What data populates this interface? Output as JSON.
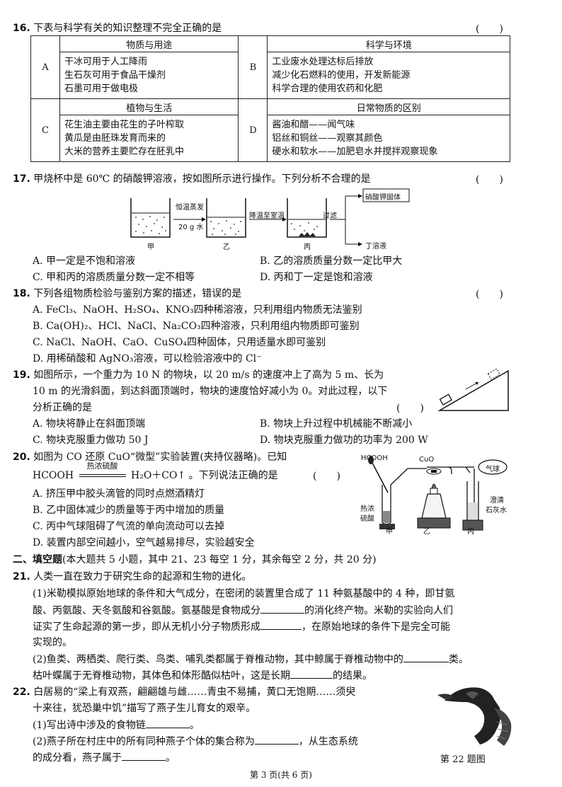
{
  "q16": {
    "num": "16.",
    "stem": "下表与科学有关的知识整理不完全正确的是",
    "paren": "(　　)",
    "rows": [
      {
        "label_a": "A",
        "header_a": "物质与用途",
        "body_a": [
          "干冰可用于人工降雨",
          "生石灰可用于食品干燥剂",
          "石墨可用于做电极"
        ],
        "label_b": "B",
        "header_b": "科学与环境",
        "body_b": [
          "工业废水处理达标后排放",
          "减少化石燃料的使用，开发新能源",
          "科学合理的使用农药和化肥"
        ]
      },
      {
        "label_a": "C",
        "header_a": "植物与生活",
        "body_a": [
          "花生油主要由花生的子叶榨取",
          "黄瓜是由胚珠发育而来的",
          "大米的营养主要贮存在胚乳中"
        ],
        "label_b": "D",
        "header_b": "日常物质的区别",
        "body_b": [
          "酱油和醋——闻气味",
          "铝丝和铜丝——观察其颜色",
          "硬水和软水——加肥皂水并搅拌观察现象"
        ]
      }
    ]
  },
  "q17": {
    "num": "17.",
    "stem": "甲烧杯中是 60℃ 的硝酸钾溶液，按如图所示进行操作。下列分析不合理的是",
    "paren": "(　　)",
    "fig": {
      "step1_top": "恒温蒸发",
      "step1_bottom": "20 g 水",
      "step2": "降温至室温",
      "step3": "过滤",
      "out_solid": "硝酸钾固体",
      "out_liquid": "丁溶液",
      "beaker1": "甲",
      "beaker2": "乙",
      "beaker3": "丙"
    },
    "options": [
      "A. 甲一定是不饱和溶液",
      "B. 乙的溶质质量分数一定比甲大",
      "C. 甲和丙的溶质质量分数一定不相等",
      "D. 丙和丁一定是饱和溶液"
    ]
  },
  "q18": {
    "num": "18.",
    "stem": "下列各组物质检验与鉴别方案的描述，错误的是",
    "paren": "(　　)",
    "options": [
      "A. FeCl₃、NaOH、H₂SO₄、KNO₃四种稀溶液，只利用组内物质无法鉴别",
      "B. Ca(OH)₂、HCl、NaCl、Na₂CO₃四种溶液，只利用组内物质即可鉴别",
      "C. NaCl、NaOH、CaO、CuSO₄四种固体，只用适量水即可鉴别",
      "D. 用稀硝酸和 AgNO₃溶液，可以检验溶液中的 Cl⁻"
    ]
  },
  "q19": {
    "num": "19.",
    "line1": "如图所示，一个重力为 10 N 的物块，以 20 m/s 的速度冲上了高为 5 m、长为",
    "line2": "10 m 的光滑斜面，到达斜面顶端时，物块的速度恰好减小为 0。对此过程，以下",
    "line3": "分析正确的是",
    "paren": "(　　)",
    "options": [
      "A. 物块将静止在斜面顶端",
      "B. 物块上升过程中机械能不断减小",
      "C. 物块克服重力做功 50 J",
      "D. 物块克服重力做功的功率为 200 W"
    ]
  },
  "q20": {
    "num": "20.",
    "stem": "如图为 CO 还原 CuO“微型”实验装置(夹持仪器略)。已知",
    "eq_left": "HCOOH",
    "eq_cond": "热浓硫酸",
    "eq_right": "H₂O＋CO↑",
    "eq_tail": "。下列说法正确的是",
    "paren": "(　　)",
    "fig": {
      "hcooh": "HCOOH",
      "cuo": "CuO",
      "balloon": "气球",
      "limewater_1": "澄清",
      "limewater_2": "石灰水",
      "acid_1": "热浓",
      "acid_2": "硫酸",
      "jia": "甲",
      "yi": "乙",
      "bing": "丙"
    },
    "options": [
      "A. 挤压甲中胶头滴管的同时点燃酒精灯",
      "B. 乙中固体减少的质量等于丙中增加的质量",
      "C. 丙中气球阻碍了气流的单向流动可以去掉",
      "D. 装置内部空间越小，空气越易排尽，实验越安全"
    ]
  },
  "section2": {
    "title": "二、填空题",
    "desc": "(本大题共 5 小题，其中 21、23 每空 1 分，其余每空 2 分，共 20 分)"
  },
  "q21": {
    "num": "21.",
    "stem": "人类一直在致力于研究生命的起源和生物的进化。",
    "p1_l1": "(1)米勒模拟原始地球的条件和大气成分，在密闭的装置里合成了 11 种氨基酸中的 4 种，即甘氨",
    "p1_l2a": "酸、丙氨酸、天冬氨酸和谷氨酸。氨基酸是食物成分",
    "p1_l2b": "的消化终产物。米勒的实验向人们",
    "p1_l3a": "证实了生命起源的第一步，即从无机小分子物质形成",
    "p1_l3b": "，在原始地球的条件下是完全可能",
    "p1_l4": "实现的。",
    "p2_l1a": "(2)鱼类、两栖类、爬行类、鸟类、哺乳类都属于脊椎动物，其中鲸属于脊椎动物中的",
    "p2_l1b": "类。",
    "p2_l2a": "枯叶蝶属于无脊椎动物，其体色和体形酷似枯叶，这是长期",
    "p2_l2b": "的结果。"
  },
  "q22": {
    "num": "22.",
    "l1": "白居易的“梁上有双燕，翩翩雄与雌……青虫不易捕，黄口无饱期……须臾",
    "l2": "十来往，犹恐巢中饥”描写了燕子生儿育女的艰辛。",
    "p1a": "(1)写出诗中涉及的食物链",
    "p1b": "。",
    "p2a": "(2)燕子所在村庄中的所有同种燕子个体的集合称为",
    "p2b": "，从生态系统",
    "p3a": "的成分看，燕子属于",
    "p3b": "。",
    "fig_caption": "第 22 题图"
  },
  "footer": "第 3 页(共 6 页)"
}
